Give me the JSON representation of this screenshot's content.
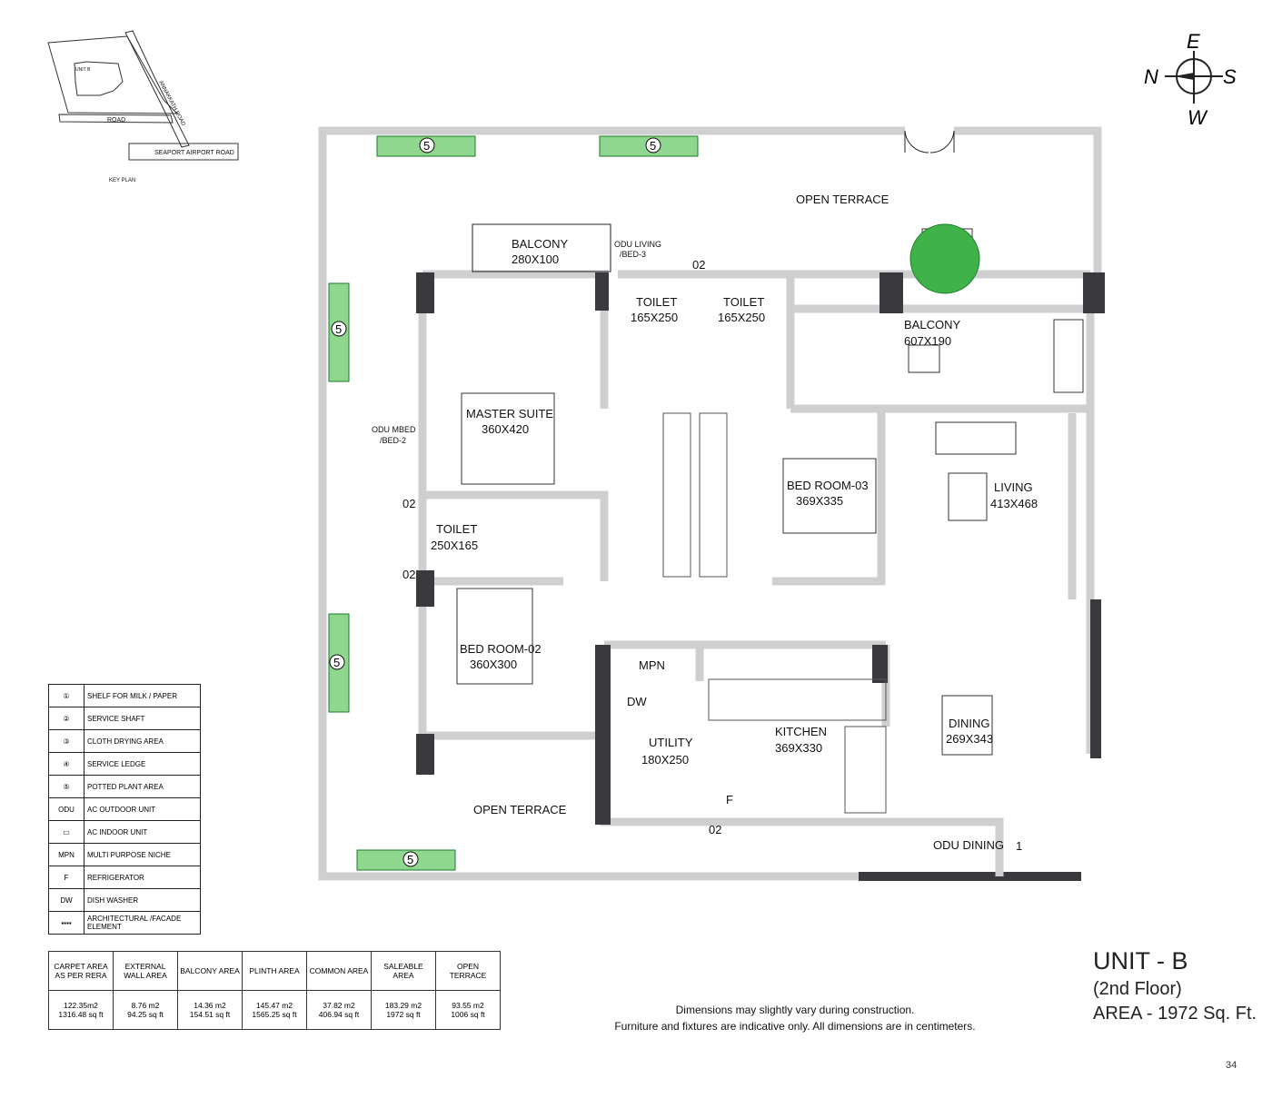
{
  "key_plan": {
    "unit": "UNIT B",
    "road": "ROAD",
    "side_road": "ANNAKKATH ROAD",
    "main_road": "SEAPORT AIRPORT ROAD",
    "caption": "KEY PLAN"
  },
  "compass": {
    "top": "E",
    "left": "N",
    "right": "S",
    "bottom": "W"
  },
  "rooms": {
    "open_terrace_top": "OPEN TERRACE",
    "balcony1": "BALCONY",
    "balcony1_dim": "280X100",
    "odu_living": "ODU LIVING",
    "odu_living2": "/BED-3",
    "toilet1": "TOILET",
    "toilet1_dim": "165X250",
    "toilet2": "TOILET",
    "toilet2_dim": "165X250",
    "balcony2": "BALCONY",
    "balcony2_dim": "607X190",
    "master": "MASTER SUITE",
    "master_dim": "360X420",
    "odu_mbed": "ODU MBED",
    "odu_mbed2": "/BED-2",
    "toilet3": "TOILET",
    "toilet3_dim": "250X165",
    "bed3": "BED ROOM-03",
    "bed3_dim": "369X335",
    "living": "LIVING",
    "living_dim": "413X468",
    "bed2": "BED ROOM-02",
    "bed2_dim": "360X300",
    "mpn": "MPN",
    "dw": "DW",
    "utility": "UTILITY",
    "utility_dim": "180X250",
    "kitchen": "KITCHEN",
    "kitchen_dim": "369X330",
    "dining": "DINING",
    "dining_dim": "269X343",
    "fridge": "F",
    "open_terrace_bottom": "OPEN TERRACE",
    "odu_dining": "ODU DINING",
    "marker1": "1",
    "marker2": "02",
    "marker5": "5"
  },
  "legend": [
    {
      "key": "①",
      "label": "SHELF FOR MILK / PAPER"
    },
    {
      "key": "②",
      "label": "SERVICE SHAFT"
    },
    {
      "key": "③",
      "label": "CLOTH DRYING AREA"
    },
    {
      "key": "④",
      "label": "SERVICE LEDGE"
    },
    {
      "key": "⑤",
      "label": "POTTED PLANT AREA"
    },
    {
      "key": "ODU",
      "label": "AC OUTDOOR UNIT"
    },
    {
      "key": "▭",
      "label": "AC INDOOR UNIT"
    },
    {
      "key": "MPN",
      "label": "MULTI PURPOSE NICHE"
    },
    {
      "key": "F",
      "label": "REFRIGERATOR"
    },
    {
      "key": "DW",
      "label": "DISH WASHER"
    },
    {
      "key": "▪▪▪▪",
      "label": "ARCHITECTURAL /FACADE ELEMENT"
    }
  ],
  "area_table": {
    "headers": [
      "CARPET AREA AS PER RERA",
      "EXTERNAL WALL AREA",
      "BALCONY AREA",
      "PLINTH AREA",
      "COMMON AREA",
      "SALEABLE  AREA",
      "OPEN TERRACE"
    ],
    "m2": [
      "122.35m2",
      "8.76 m2",
      "14.36 m2",
      "145.47 m2",
      "37.82 m2",
      "183.29 m2",
      "93.55 m2"
    ],
    "sqft": [
      "1316.48 sq ft",
      "94.25 sq ft",
      "154.51 sq ft",
      "1565.25 sq ft",
      "406.94 sq ft",
      "1972 sq ft",
      "1006 sq ft"
    ]
  },
  "notes": [
    "Dimensions may slightly vary during construction.",
    "Furniture and fixtures are indicative only. All dimensions are in centimeters."
  ],
  "unit": {
    "title": "UNIT - B",
    "floor": "(2nd Floor)",
    "area": "AREA - 1972 Sq. Ft."
  },
  "page_number": "34"
}
